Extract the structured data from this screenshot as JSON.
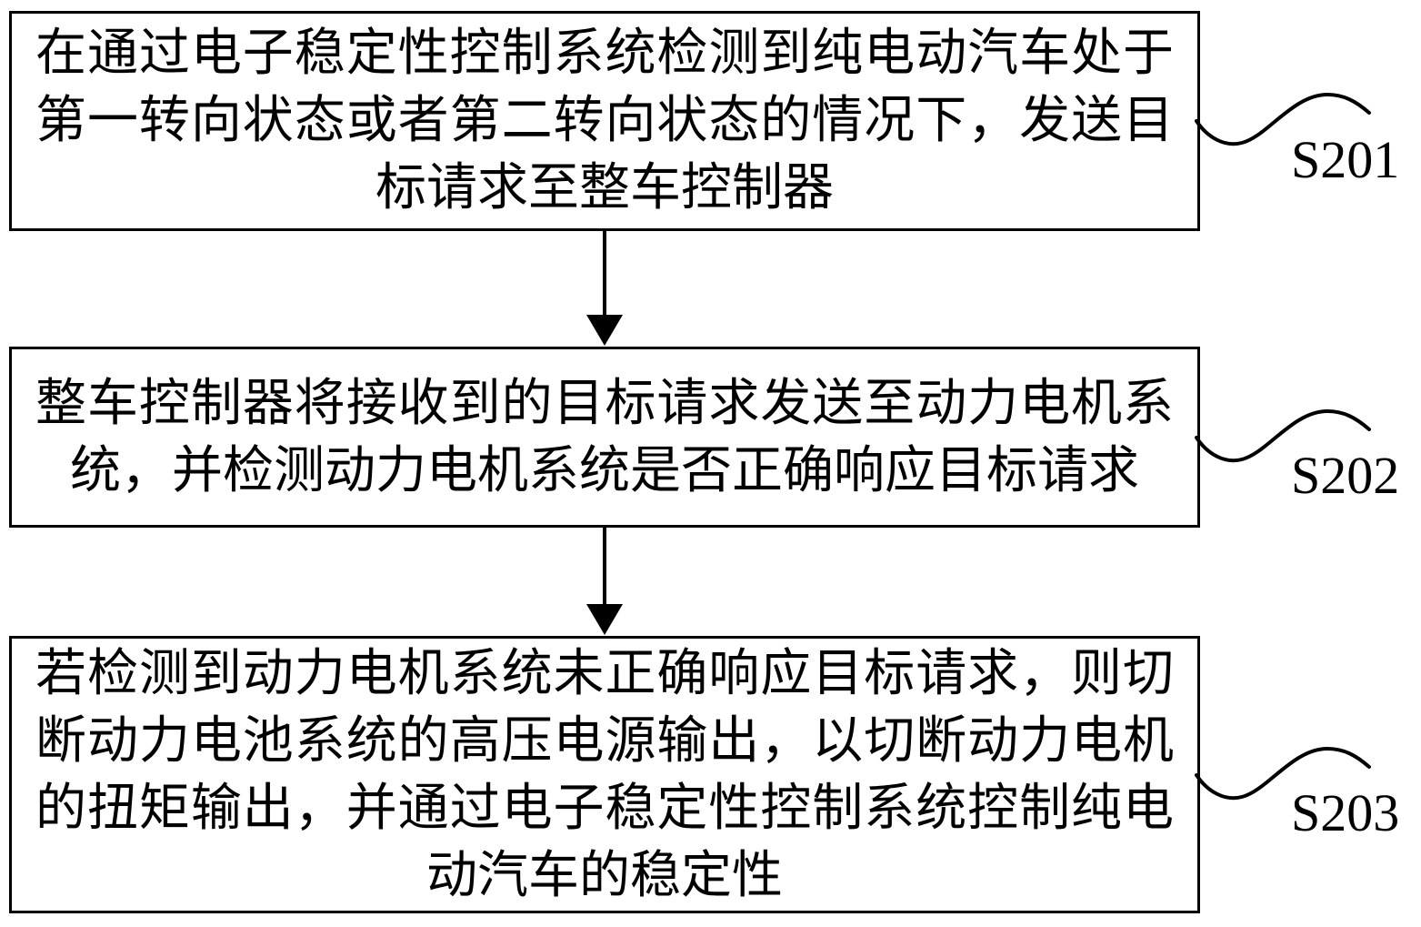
{
  "colors": {
    "ink": "#000000",
    "paper": "#ffffff"
  },
  "flowchart": {
    "steps": [
      {
        "label": "S201",
        "lines": [
          "在通过电子稳定性控制系统检测到纯电动汽车处于",
          "第一转向状态或者第二转向状态的情况下，发送目",
          "标请求至整车控制器"
        ]
      },
      {
        "label": "S202",
        "lines": [
          "整车控制器将接收到的目标请求发送至动力电机系",
          "统，并检测动力电机系统是否正确响应目标请求"
        ]
      },
      {
        "label": "S203",
        "lines": [
          "若检测到动力电机系统未正确响应目标请求，则切",
          "断动力电池系统的高压电源输出，以切断动力电机",
          "的扭矩输出，并通过电子稳定性控制系统控制纯电",
          "动汽车的稳定性"
        ]
      }
    ]
  }
}
